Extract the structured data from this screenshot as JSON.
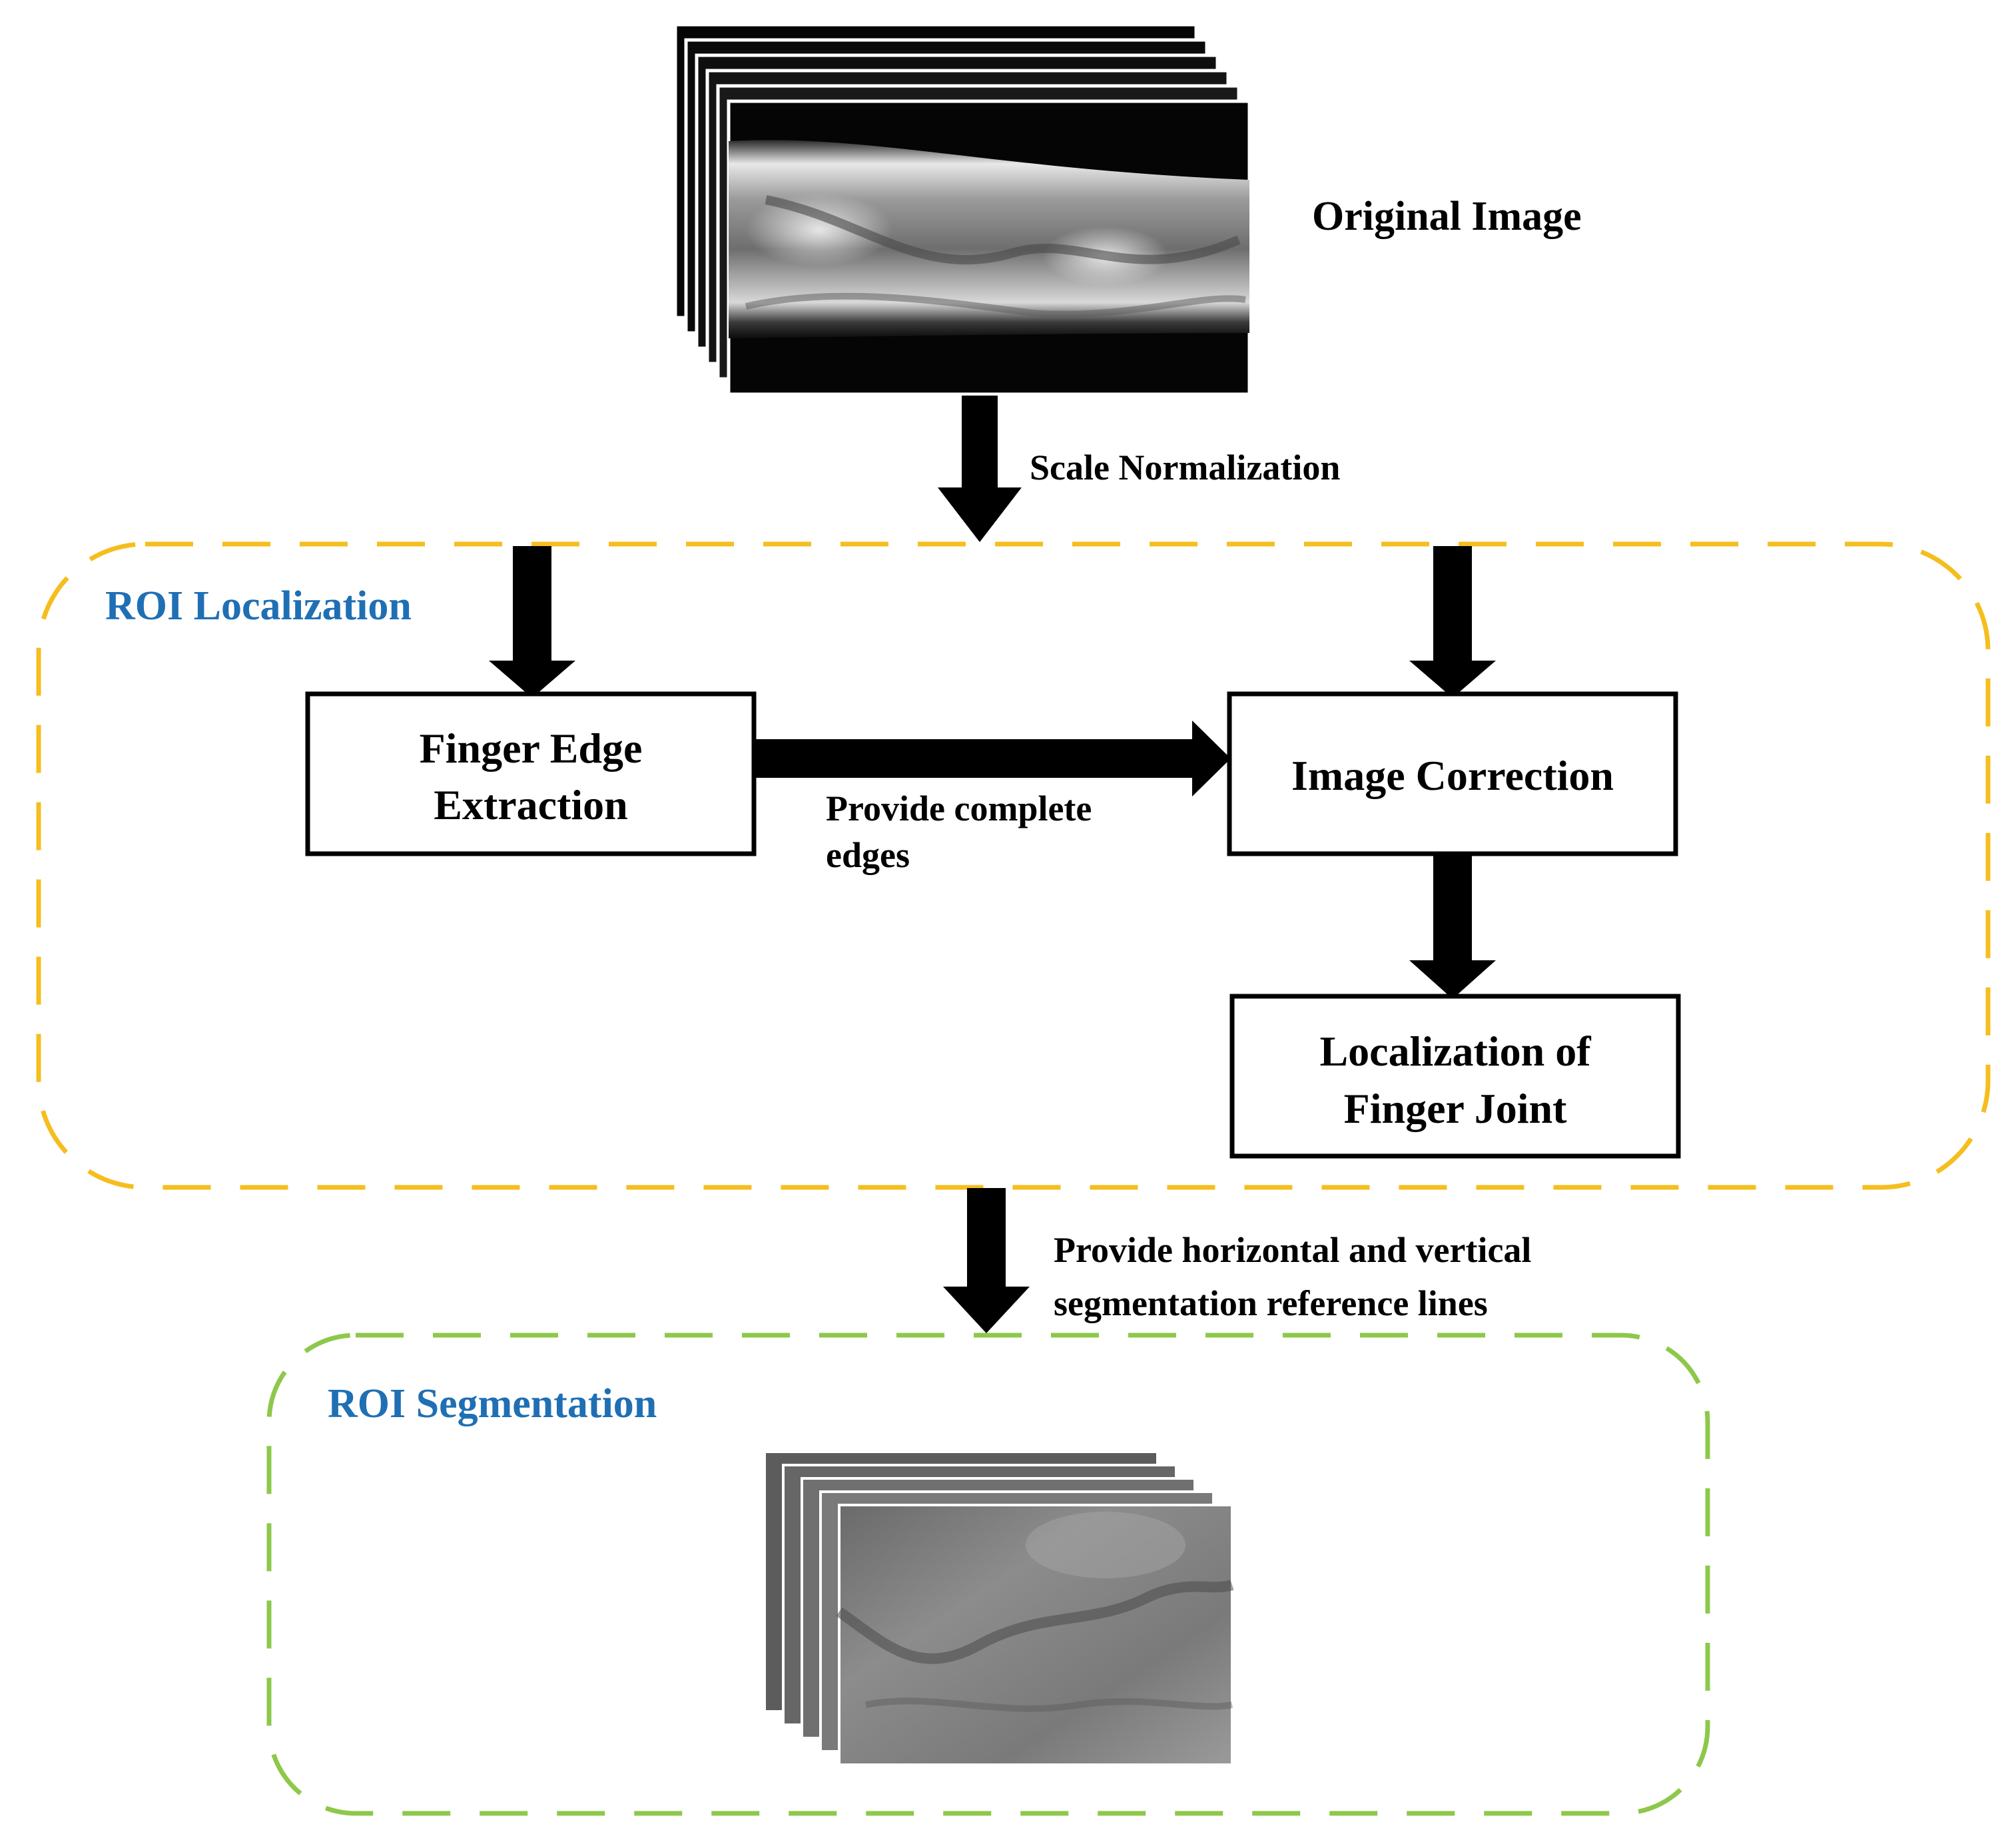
{
  "labels": {
    "original_image": "Original Image",
    "scale_normalization": "Scale Normalization",
    "roi_localization": "ROI Localization",
    "finger_edge_line1": "Finger Edge",
    "finger_edge_line2": "Extraction",
    "image_correction": "Image Correction",
    "provide_complete_line1": "Provide complete",
    "provide_complete_line2": "edges",
    "localization_joint_line1": "Localization of",
    "localization_joint_line2": "Finger Joint",
    "provide_lines_line1": "Provide horizontal and vertical",
    "provide_lines_line2": "segmentation reference lines",
    "roi_segmentation": "ROI Segmentation"
  },
  "colors": {
    "roi_localization_border": "#F5BE1E",
    "roi_segmentation_border": "#8DC84B",
    "section_title": "#1F6FB4",
    "arrow": "#000000",
    "text": "#000000"
  }
}
